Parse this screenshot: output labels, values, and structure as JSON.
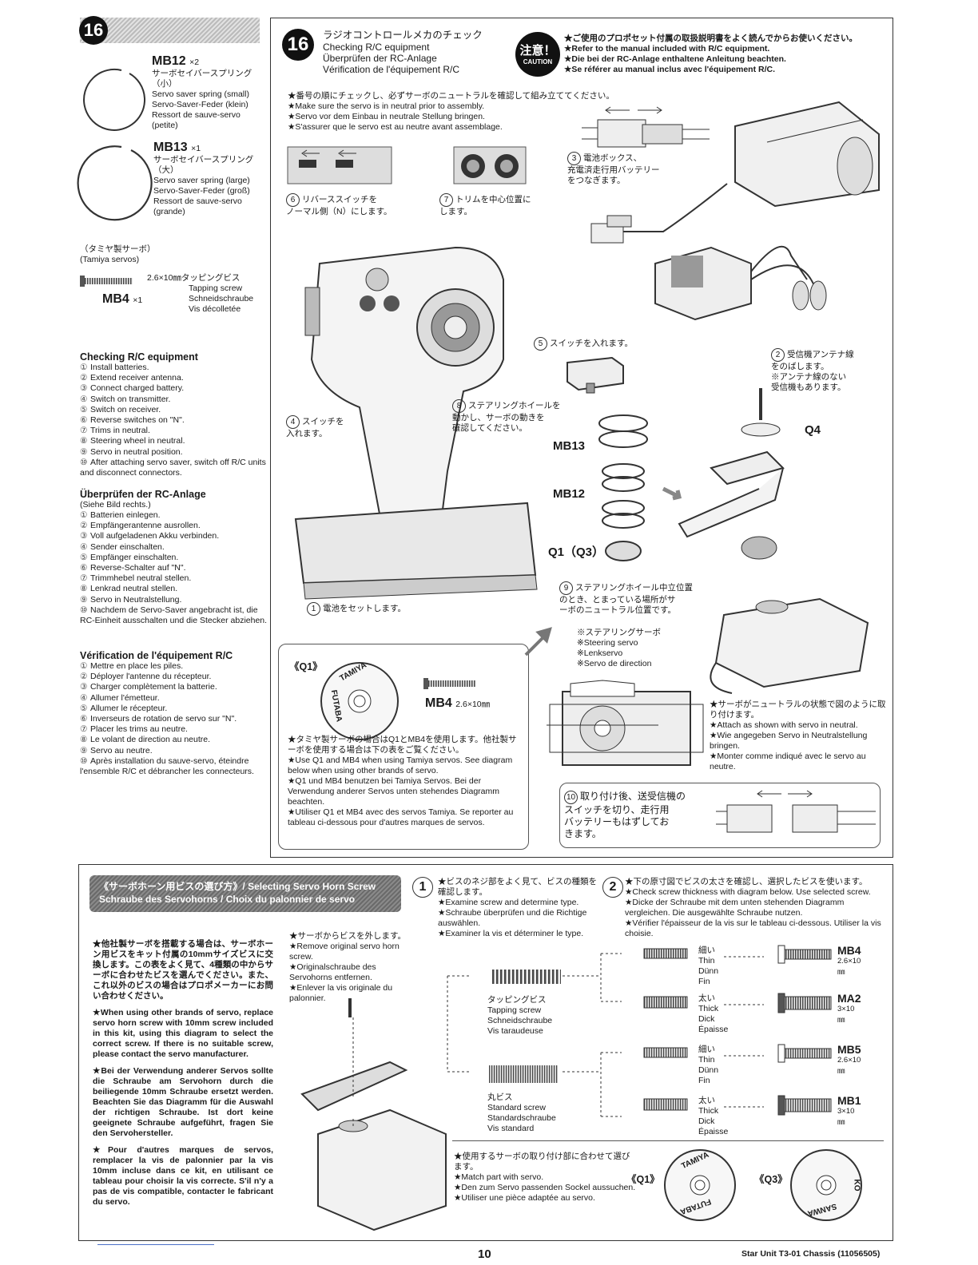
{
  "step_number": "16",
  "left_col": {
    "parts": [
      {
        "code": "MB12",
        "qty": "×2",
        "ja": "サーボセイバースプリング（小）",
        "lines": [
          "Servo saver spring (small)",
          "Servo-Saver-Feder (klein)",
          "Ressort de sauve-servo (petite)"
        ]
      },
      {
        "code": "MB13",
        "qty": "×1",
        "ja": "サーボセイバースプリング（大）",
        "lines": [
          "Servo saver spring (large)",
          "Servo-Saver-Feder (groß)",
          "Ressort de sauve-servo (grande)"
        ]
      }
    ],
    "tamiya_servos_ja": "（タミヤ製サーボ）",
    "tamiya_servos_en": "(Tamiya servos)",
    "mb4": {
      "code": "MB4",
      "qty": "×1",
      "size": "2.6×10㎜タッピングビス",
      "lines": [
        "Tapping screw",
        "Schneidschraube",
        "Vis décolletée"
      ]
    },
    "checking_title": "Checking R/C equipment",
    "checking_items": [
      "Install batteries.",
      "Extend receiver antenna.",
      "Connect charged battery.",
      "Switch on transmitter.",
      "Switch on receiver.",
      "Reverse switches on \"N\".",
      "Trims in neutral.",
      "Steering wheel in neutral.",
      "Servo in neutral position.",
      "After attaching servo saver, switch off R/C units and disconnect connectors."
    ],
    "german_title": "Überprüfen der RC-Anlage",
    "german_sub": "(Siehe Bild rechts.)",
    "german_items": [
      "Batterien einlegen.",
      "Empfängerantenne ausrollen.",
      "Voll aufgeladenen Akku verbinden.",
      "Sender einschalten.",
      "Empfänger einschalten.",
      "Reverse-Schalter auf \"N\".",
      "Trimmhebel neutral stellen.",
      "Lenkrad neutral stellen.",
      "Servo in Neutralstellung.",
      "Nachdem de Servo-Saver angebracht ist, die RC-Einheit ausschalten und die Stecker abziehen."
    ],
    "french_title": "Vérification de l'équipement R/C",
    "french_items": [
      "Mettre en place les piles.",
      "Déployer l'antenne du récepteur.",
      "Charger complètement la batterie.",
      "Allumer l'émetteur.",
      "Allumer le récepteur.",
      "Inverseurs de rotation de servo sur \"N\".",
      "Placer les trims au neutre.",
      "Le volant de direction au neutre.",
      "Servo au neutre.",
      "Après installation du sauve-servo, éteindre l'ensemble R/C et débrancher les connecteurs."
    ]
  },
  "main": {
    "title_ja": "ラジオコントロールメカのチェック",
    "title_en": "Checking R/C equipment",
    "title_de": "Überprüfen der RC-Anlage",
    "title_fr": "Vérification de l'équipement R/C",
    "caution_ja": "注意！",
    "caution_en": "CAUTION",
    "caution_lines": [
      "★ご使用のプロポセット付属の取扱説明書をよく読んでからお使いください。",
      "★Refer to the manual included with R/C equipment.",
      "★Die bei der RC-Anlage enthaltene Anleitung beachten.",
      "★Se référer au manual inclus avec l'équipement R/C."
    ],
    "neutral_lines": [
      "★番号の順にチェックし、必ずサーボのニュートラルを確認して組み立ててください。",
      "★Make sure the servo is in neutral prior to assembly.",
      "★Servo vor dem Einbau in neutrale Stellung bringen.",
      "★S'assurer que le servo est au neutre avant assemblage."
    ],
    "callouts": {
      "c6": "リバーススイッチを\nノーマル側（N）にします。",
      "c7": "トリムを中心位置に\nします。",
      "c3": "電池ボックス、\n充電済走行用バッテリー\nをつなぎます。",
      "c5": "スイッチを入れます。",
      "c2": "受信機アンテナ線\nをのばします。\n※アンテナ線のない\n受信機もあります。",
      "c4": "スイッチを\n入れます。",
      "c8": "ステアリングホイールを\n動かし、サーボの動きを\n確認してください。",
      "c1": "電池をセットします。",
      "c9": "ステアリングホイール中立位置\nのとき、とまっている場所がサ\nーボのニュートラル位置です。",
      "c10": "取り付け後、送受信機の\nスイッチを切り、走行用\nバッテリーもはずしてお\nきます。"
    },
    "servo_label": [
      "※ステアリングサーボ",
      "※Steering servo",
      "※Lenkservo",
      "※Servo de direction"
    ],
    "part_labels": {
      "q4": "Q4",
      "mb13": "MB13",
      "mb12": "MB12",
      "q1q3": "Q1（Q3）"
    },
    "attach_lines": [
      "★サーボがニュートラルの状態で図のように取り付けます。",
      "★Attach as shown with servo in neutral.",
      "★Wie angegeben Servo in Neutralstellung bringen.",
      "★Monter comme indiqué avec le servo au neutre."
    ],
    "q1_box": {
      "q1_label": "《Q1》",
      "mb4_label": "MB4",
      "mb4_size": "2.6×10㎜",
      "lines": [
        "★タミヤ製サーボの場合はQ1とMB4を使用します。他社製サーボを使用する場合は下の表をご覧ください。",
        "★Use Q1 and MB4 when using Tamiya servos. See diagram below when using other brands of servo.",
        "★Q1 und MB4 benutzen bei Tamiya Servos. Bei der Verwendung anderer Servos unten stehendes Diagramm beachten.",
        "★Utiliser Q1 et MB4 avec des servos Tamiya. Se reporter au tableau ci-dessous pour d'autres marques de servos."
      ],
      "disc_top": "TAMIYA",
      "disc_bottom": "FUTABA"
    }
  },
  "bottom": {
    "banner_line1": "《サーボホーン用ビスの選び方》/ Selecting Servo Horn Screw",
    "banner_line2": "Schraube des Servohorns / Choix du palonnier de servo",
    "left_paras": [
      "★他社製サーボを搭載する場合は、サーボホーン用ビスをキット付属の10mmサイズビスに交換します。この表をよく見て、4種類の中からサーボに合わせたビスを選んでください。また、これ以外のビスの場合はプロポメーカーにお問い合わせください。",
      "★When using other brands of servo, replace servo horn screw with 10mm screw included in this kit, using this diagram to select the correct screw. If there is no suitable screw, please contact the servo manufacturer.",
      "★Bei der Verwendung anderer Servos sollte die Schraube am Servohorn durch die beiliegende 10mm Schraube ersetzt werden. Beachten Sie das Diagramm für die Auswahl der richtigen Schraube. Ist dort keine geeignete Schraube aufgeführt, fragen Sie den Servohersteller.",
      "★Pour d'autres marques de servos, remplacer la vis de palonnier par la vis 10mm incluse dans ce kit, en utilisant ce tableau pour choisir la vis correcte. S'il n'y a pas de vis compatible, contacter le fabricant du servo."
    ],
    "remove_lines": [
      "★サーボからビスを外します。",
      "★Remove original servo horn screw.",
      "★Originalschraube des Servohorns entfernen.",
      "★Enlever la vis originale du palonnier."
    ],
    "step1_num": "1",
    "step1_lines": [
      "★ビスのネジ部をよく見て、ビスの種類を確認します。",
      "★Examine screw and determine type.",
      "★Schraube überprüfen und die Richtige auswählen.",
      "★Examiner la vis et déterminer le type."
    ],
    "step2_num": "2",
    "step2_lines": [
      "★下の原寸図でビスの太さを確認し、選択したビスを使います。",
      "★Check screw thickness with diagram below. Use selected screw.",
      "★Dicke der Schraube mit dem unten stehenden Diagramm vergleichen. Die ausgewählte Schraube nutzen.",
      "★Vérifier l'épaisseur de la vis sur le tableau ci-dessous. Utiliser la vis choisie."
    ],
    "tapping": [
      "タッピングビス",
      "Tapping screw",
      "Schneidschraube",
      "Vis taraudeuse"
    ],
    "standard": [
      "丸ビス",
      "Standard screw",
      "Standardschraube",
      "Vis standard"
    ],
    "screw_rows": [
      {
        "thick": [
          "細い",
          "Thin",
          "Dünn",
          "Fin"
        ],
        "code": "MB4",
        "size": "2.6×10㎜"
      },
      {
        "thick": [
          "太い",
          "Thick",
          "Dick",
          "Épaisse"
        ],
        "code": "MA2",
        "size": "3×10㎜"
      },
      {
        "thick": [
          "細い",
          "Thin",
          "Dünn",
          "Fin"
        ],
        "code": "MB5",
        "size": "2.6×10㎜"
      },
      {
        "thick": [
          "太い",
          "Thick",
          "Dick",
          "Épaisse"
        ],
        "code": "MB1",
        "size": "3×10㎜"
      }
    ],
    "match_lines": [
      "★使用するサーボの取り付け部に合わせて選びます。",
      "★Match part with servo.",
      "★Den zum Servo passenden Sockel aussuchen.",
      "★Utiliser une pièce adaptée au servo."
    ],
    "q1_label": "《Q1》",
    "q3_label": "《Q3》",
    "q1_top": "TAMIYA",
    "q1_bottom": "FUTABA",
    "q3_right": "KO",
    "q3_bottom": "SANWA"
  },
  "footer": {
    "page": "10",
    "title": "Star Unit T3-01 Chassis (11056505)"
  }
}
